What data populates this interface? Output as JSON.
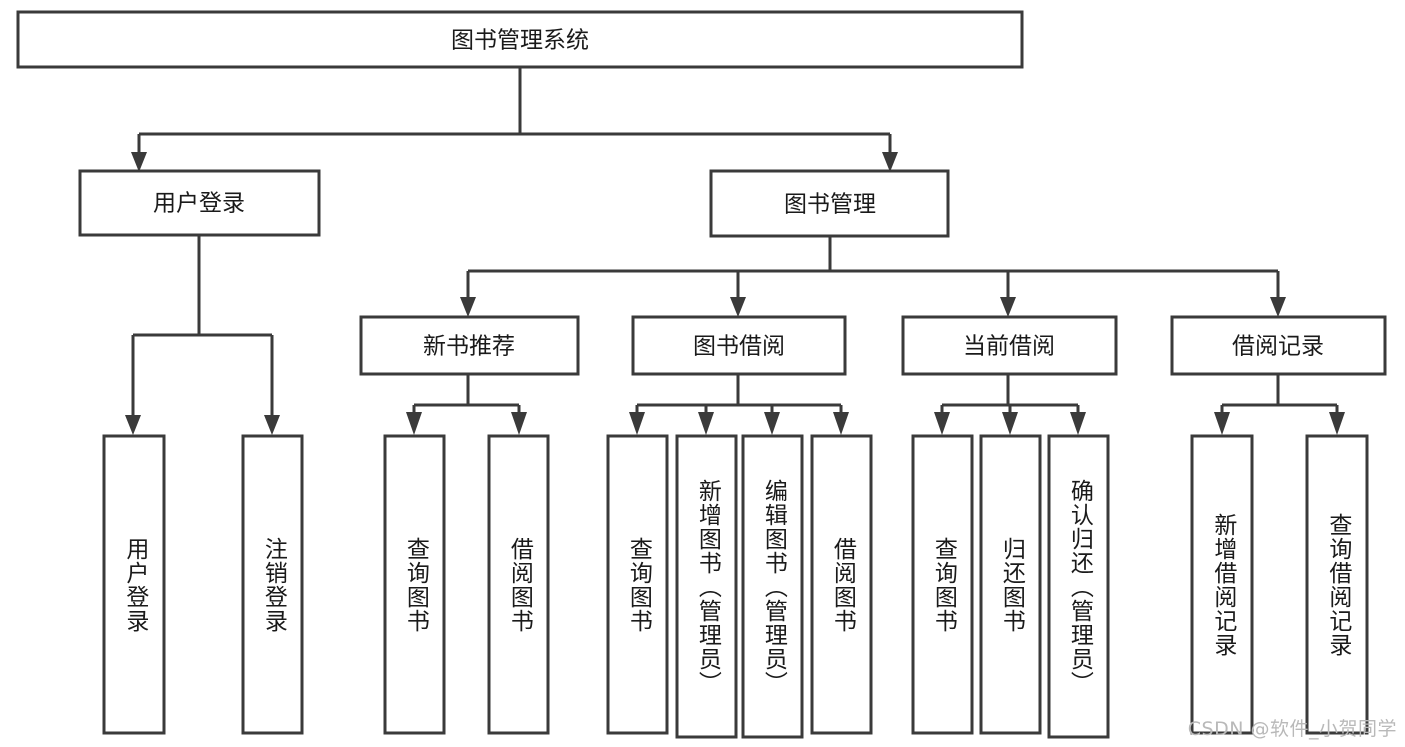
{
  "diagram": {
    "type": "tree",
    "title": "图书管理系统",
    "root": {
      "id": "root",
      "label": "图书管理系统",
      "orientation": "horizontal"
    },
    "level2": [
      {
        "id": "user-login",
        "label": "用户登录",
        "orientation": "horizontal"
      },
      {
        "id": "book-manage",
        "label": "图书管理",
        "orientation": "horizontal"
      }
    ],
    "level3": [
      {
        "id": "new-book-rec",
        "label": "新书推荐",
        "orientation": "horizontal"
      },
      {
        "id": "book-borrow",
        "label": "图书借阅",
        "orientation": "horizontal"
      },
      {
        "id": "current-borrow",
        "label": "当前借阅",
        "orientation": "horizontal"
      },
      {
        "id": "borrow-record",
        "label": "借阅记录",
        "orientation": "horizontal"
      }
    ],
    "leaves": [
      {
        "id": "leaf-user-login",
        "label": "用户登录",
        "parent": "user-login",
        "orientation": "vertical"
      },
      {
        "id": "leaf-logout-login",
        "label": "注销登录",
        "parent": "user-login",
        "orientation": "vertical"
      },
      {
        "id": "leaf-query-book-1",
        "label": "查询图书",
        "parent": "new-book-rec",
        "orientation": "vertical"
      },
      {
        "id": "leaf-borrow-book-1",
        "label": "借阅图书",
        "parent": "new-book-rec",
        "orientation": "vertical"
      },
      {
        "id": "leaf-query-book-2",
        "label": "查询图书",
        "parent": "book-borrow",
        "orientation": "vertical"
      },
      {
        "id": "leaf-add-book",
        "label": "新增图书（管理员）",
        "parent": "book-borrow",
        "orientation": "vertical"
      },
      {
        "id": "leaf-edit-book",
        "label": "编辑图书（管理员）",
        "parent": "book-borrow",
        "orientation": "vertical"
      },
      {
        "id": "leaf-borrow-book-2",
        "label": "借阅图书",
        "parent": "book-borrow",
        "orientation": "vertical"
      },
      {
        "id": "leaf-query-book-3",
        "label": "查询图书",
        "parent": "current-borrow",
        "orientation": "vertical"
      },
      {
        "id": "leaf-return-book",
        "label": "归还图书",
        "parent": "current-borrow",
        "orientation": "vertical"
      },
      {
        "id": "leaf-confirm-return",
        "label": "确认归还（管理员）",
        "parent": "current-borrow",
        "orientation": "vertical"
      },
      {
        "id": "leaf-add-record",
        "label": "新增借阅记录",
        "parent": "borrow-record",
        "orientation": "vertical"
      },
      {
        "id": "leaf-query-record",
        "label": "查询借阅记录",
        "parent": "borrow-record",
        "orientation": "vertical"
      }
    ],
    "colors": {
      "background": "#ffffff",
      "box_fill": "#ffffff",
      "box_stroke": "#3a3a3a",
      "connector": "#3a3a3a",
      "text": "#1a1a1a",
      "watermark": "#b9b9b9"
    }
  },
  "watermark": {
    "text": "CSDN @软件_小贺同学"
  }
}
